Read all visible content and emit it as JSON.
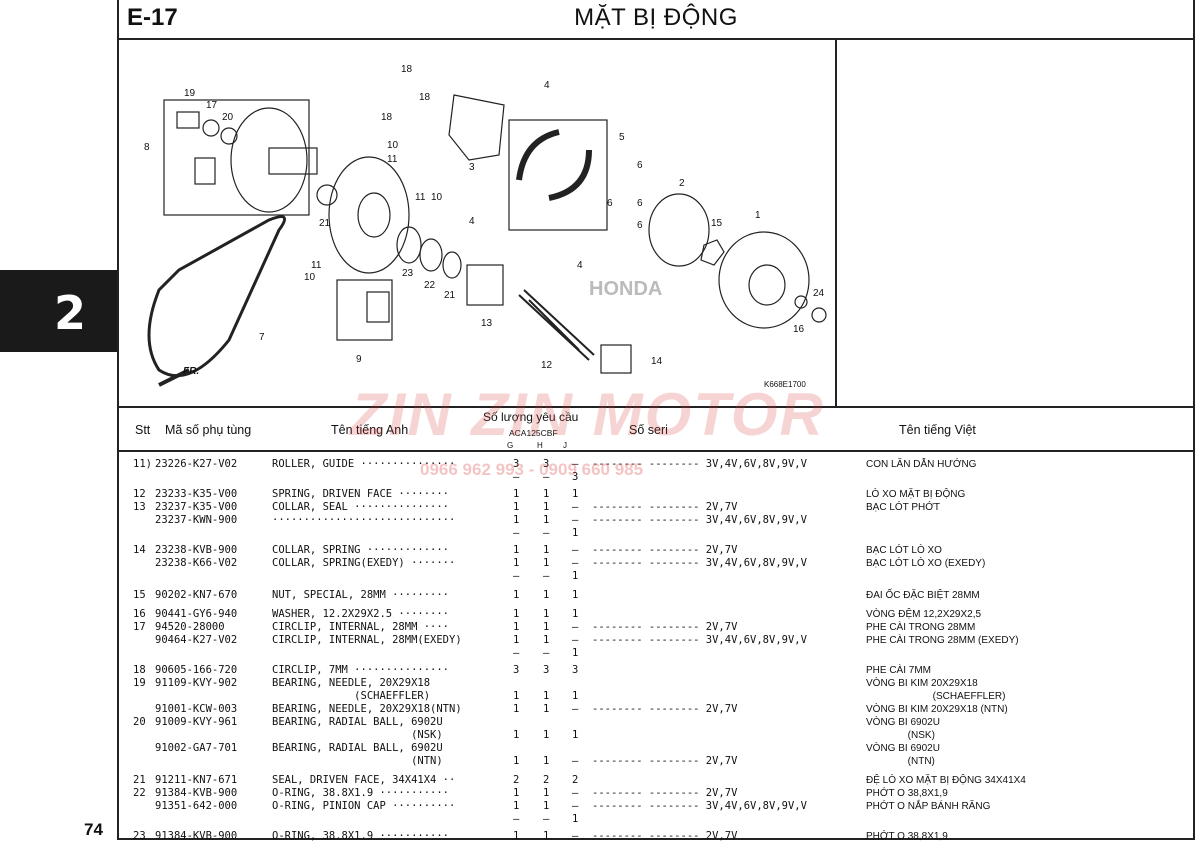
{
  "page": {
    "code": "E-17",
    "title": "MẶT BỊ ĐỘNG",
    "chapter": "2",
    "page_number": "74"
  },
  "diagram": {
    "code": "K668E1700",
    "direction_label": "FR.",
    "callouts": [
      "1",
      "2",
      "3",
      "4",
      "4",
      "4",
      "5",
      "6",
      "6",
      "6",
      "6",
      "7",
      "8",
      "9",
      "10",
      "10",
      "10",
      "11",
      "11",
      "11",
      "12",
      "13",
      "14",
      "15",
      "16",
      "17",
      "18",
      "18",
      "18",
      "19",
      "20",
      "21",
      "21",
      "22",
      "23",
      "24"
    ],
    "brand_text": "HONDA"
  },
  "table_header": {
    "stt": "Stt",
    "part_no": "Mã số phụ tùng",
    "name_en": "Tên tiếng Anh",
    "qty": "Số lượng yêu cầu",
    "model": "ACA125CBF",
    "sub_g": "G",
    "sub_h": "H",
    "sub_j": "J",
    "serial": "Số seri",
    "name_vn": "Tên tiếng Việt"
  },
  "rows": [
    {
      "stt": "11)",
      "part": "23226-K27-V02",
      "en": "ROLLER, GUIDE ···············",
      "g": "3",
      "h": "3",
      "j": "–",
      "serial": "-------- -------- 3V,4V,6V,8V,9V,V",
      "vn": "CON LĂN DẪN HƯỚNG"
    },
    {
      "stt": "",
      "part": "",
      "en": "",
      "g": "–",
      "h": "–",
      "j": "3",
      "serial": "",
      "vn": ""
    },
    {
      "stt": "12",
      "part": "23233-K35-V00",
      "en": "SPRING, DRIVEN FACE ········",
      "g": "1",
      "h": "1",
      "j": "1",
      "serial": "",
      "vn": "LÒ XO MẶT BỊ ĐỘNG"
    },
    {
      "stt": "13",
      "part": "23237-K35-V00",
      "en": "COLLAR, SEAL ···············",
      "g": "1",
      "h": "1",
      "j": "–",
      "serial": "-------- -------- 2V,7V",
      "vn": "BẠC LÓT PHỚT"
    },
    {
      "stt": "",
      "part": "23237-KWN-900",
      "en": "·····························",
      "g": "1",
      "h": "1",
      "j": "–",
      "serial": "-------- -------- 3V,4V,6V,8V,9V,V",
      "vn": ""
    },
    {
      "stt": "",
      "part": "",
      "en": "",
      "g": "–",
      "h": "–",
      "j": "1",
      "serial": "",
      "vn": ""
    },
    {
      "stt": "14",
      "part": "23238-KVB-900",
      "en": "COLLAR, SPRING ·············",
      "g": "1",
      "h": "1",
      "j": "–",
      "serial": "-------- -------- 2V,7V",
      "vn": "BẠC LÓT LÒ XO"
    },
    {
      "stt": "",
      "part": "23238-K66-V02",
      "en": "COLLAR, SPRING(EXEDY) ·······",
      "g": "1",
      "h": "1",
      "j": "–",
      "serial": "-------- -------- 3V,4V,6V,8V,9V,V",
      "vn": "BẠC LÓT LÒ XO (EXEDY)"
    },
    {
      "stt": "",
      "part": "",
      "en": "",
      "g": "–",
      "h": "–",
      "j": "1",
      "serial": "",
      "vn": ""
    },
    {
      "stt": "15",
      "part": "90202-KN7-670",
      "en": "NUT, SPECIAL, 28MM ·········",
      "g": "1",
      "h": "1",
      "j": "1",
      "serial": "",
      "vn": "ĐAI ỐC ĐẶC BIỆT 28MM"
    },
    {
      "stt": "16",
      "part": "90441-GY6-940",
      "en": "WASHER, 12.2X29X2.5 ········",
      "g": "1",
      "h": "1",
      "j": "1",
      "serial": "",
      "vn": "VÒNG ĐỆM 12,2X29X2,5"
    },
    {
      "stt": "17",
      "part": "94520-28000",
      "en": "CIRCLIP, INTERNAL, 28MM ····",
      "g": "1",
      "h": "1",
      "j": "–",
      "serial": "-------- -------- 2V,7V",
      "vn": "PHE CÀI TRONG 28MM"
    },
    {
      "stt": "",
      "part": "90464-K27-V02",
      "en": "CIRCLIP, INTERNAL, 28MM(EXEDY)",
      "g": "1",
      "h": "1",
      "j": "–",
      "serial": "-------- -------- 3V,4V,6V,8V,9V,V",
      "vn": "PHE CÀI TRONG 28MM (EXEDY)"
    },
    {
      "stt": "",
      "part": "",
      "en": "",
      "g": "–",
      "h": "–",
      "j": "1",
      "serial": "",
      "vn": ""
    },
    {
      "stt": "18",
      "part": "90605-166-720",
      "en": "CIRCLIP, 7MM ···············",
      "g": "3",
      "h": "3",
      "j": "3",
      "serial": "",
      "vn": "PHE CÀI 7MM"
    },
    {
      "stt": "19",
      "part": "91109-KVY-902",
      "en": "BEARING, NEEDLE, 20X29X18",
      "g": "",
      "h": "",
      "j": "",
      "serial": "",
      "vn": "VÒNG BI KIM 20X29X18"
    },
    {
      "stt": "",
      "part": "",
      "en": "             (SCHAEFFLER)",
      "g": "1",
      "h": "1",
      "j": "1",
      "serial": "",
      "vn": "                        (SCHAEFFLER)"
    },
    {
      "stt": "",
      "part": "91001-KCW-003",
      "en": "BEARING, NEEDLE, 20X29X18(NTN)",
      "g": "1",
      "h": "1",
      "j": "–",
      "serial": "-------- -------- 2V,7V",
      "vn": "VÒNG BI KIM 20X29X18 (NTN)"
    },
    {
      "stt": "20",
      "part": "91009-KVY-961",
      "en": "BEARING, RADIAL BALL, 6902U",
      "g": "",
      "h": "",
      "j": "",
      "serial": "",
      "vn": "VÒNG BI 6902U"
    },
    {
      "stt": "",
      "part": "",
      "en": "                      (NSK)",
      "g": "1",
      "h": "1",
      "j": "1",
      "serial": "",
      "vn": "               (NSK)"
    },
    {
      "stt": "",
      "part": "91002-GA7-701",
      "en": "BEARING, RADIAL BALL, 6902U",
      "g": "",
      "h": "",
      "j": "",
      "serial": "",
      "vn": "VÒNG BI 6902U"
    },
    {
      "stt": "",
      "part": "",
      "en": "                      (NTN)",
      "g": "1",
      "h": "1",
      "j": "–",
      "serial": "-------- -------- 2V,7V",
      "vn": "               (NTN)"
    },
    {
      "stt": "21",
      "part": "91211-KN7-671",
      "en": "SEAL, DRIVEN FACE, 34X41X4 ··",
      "g": "2",
      "h": "2",
      "j": "2",
      "serial": "",
      "vn": "ĐỆ LÒ XO MẶT BỊ ĐỘNG 34X41X4"
    },
    {
      "stt": "22",
      "part": "91384-KVB-900",
      "en": "O-RING, 38.8X1.9 ···········",
      "g": "1",
      "h": "1",
      "j": "–",
      "serial": "-------- -------- 2V,7V",
      "vn": "PHỚT O 38,8X1,9"
    },
    {
      "stt": "",
      "part": "91351-642-000",
      "en": "O-RING, PINION CAP ··········",
      "g": "1",
      "h": "1",
      "j": "–",
      "serial": "-------- -------- 3V,4V,6V,8V,9V,V",
      "vn": "PHỚT O NẮP BÁNH RĂNG"
    },
    {
      "stt": "",
      "part": "",
      "en": "",
      "g": "–",
      "h": "–",
      "j": "1",
      "serial": "",
      "vn": ""
    },
    {
      "stt": "23",
      "part": "91384-KVB-900",
      "en": "O-RING, 38.8X1.9 ···········",
      "g": "1",
      "h": "1",
      "j": "–",
      "serial": "-------- -------- 2V,7V",
      "vn": "PHỚT O 38,8X1,9"
    }
  ],
  "watermark": {
    "brand": "ZIN ZIN MOTOR",
    "phone": "0966 962 993 - 0909 660 985"
  }
}
